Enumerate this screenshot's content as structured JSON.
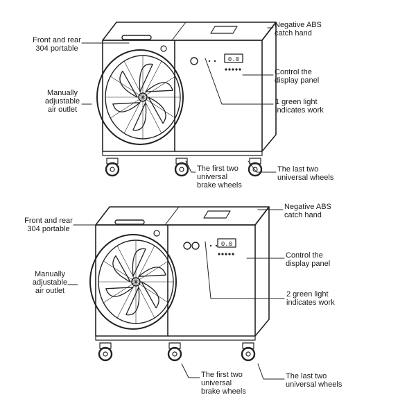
{
  "diagrams": [
    {
      "labels": {
        "portable": [
          "Front and rear",
          "304 portable"
        ],
        "outlet": [
          "Manually",
          "adjustable",
          "air outlet"
        ],
        "catch_hand": [
          "Negative ABS",
          "catch hand"
        ],
        "panel": [
          "Control the",
          "display panel"
        ],
        "light": [
          "1 green light",
          "indicates work"
        ],
        "first_wheels": [
          "The first two",
          "universal",
          "brake wheels"
        ],
        "last_wheels": [
          "The last two",
          "universal wheels"
        ]
      },
      "panel_display": "0.0",
      "indicator_lights": 1
    },
    {
      "labels": {
        "portable": [
          "Front and rear",
          "304 portable"
        ],
        "outlet": [
          "Manually",
          "adjustable",
          "air outlet"
        ],
        "catch_hand": [
          "Negative ABS",
          "catch hand"
        ],
        "panel": [
          "Control the",
          "display panel"
        ],
        "light": [
          "2 green light",
          "indicates work"
        ],
        "first_wheels": [
          "The first two",
          "universal",
          "brake wheels"
        ],
        "last_wheels": [
          "The last two",
          "universal wheels"
        ]
      },
      "panel_display": "0.0",
      "indicator_lights": 2
    }
  ]
}
